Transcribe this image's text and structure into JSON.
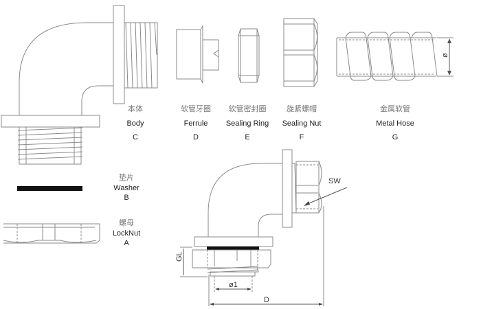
{
  "parts": [
    {
      "id": "C",
      "name_cn": "本体",
      "name_en": "Body",
      "letter": "C"
    },
    {
      "id": "D",
      "name_cn": "软管牙圈",
      "name_en": "Ferrule",
      "letter": "D"
    },
    {
      "id": "E",
      "name_cn": "软管密封圈",
      "name_en": "Sealing Ring",
      "letter": "E"
    },
    {
      "id": "F",
      "name_cn": "旋紧螺帽",
      "name_en": "Sealing Nut",
      "letter": "F"
    },
    {
      "id": "G",
      "name_cn": "金属软管",
      "name_en": "Metal Hose",
      "letter": "G"
    },
    {
      "id": "B",
      "name_cn": "垫片",
      "name_en": "Washer",
      "letter": "B"
    },
    {
      "id": "A",
      "name_cn": "螺母",
      "name_en": "LockNut",
      "letter": "A"
    }
  ],
  "dimensions": {
    "sw": "SW",
    "gl": "GL",
    "inner_diameter": "ø1",
    "d": "D",
    "hose_diameter": "ø"
  }
}
